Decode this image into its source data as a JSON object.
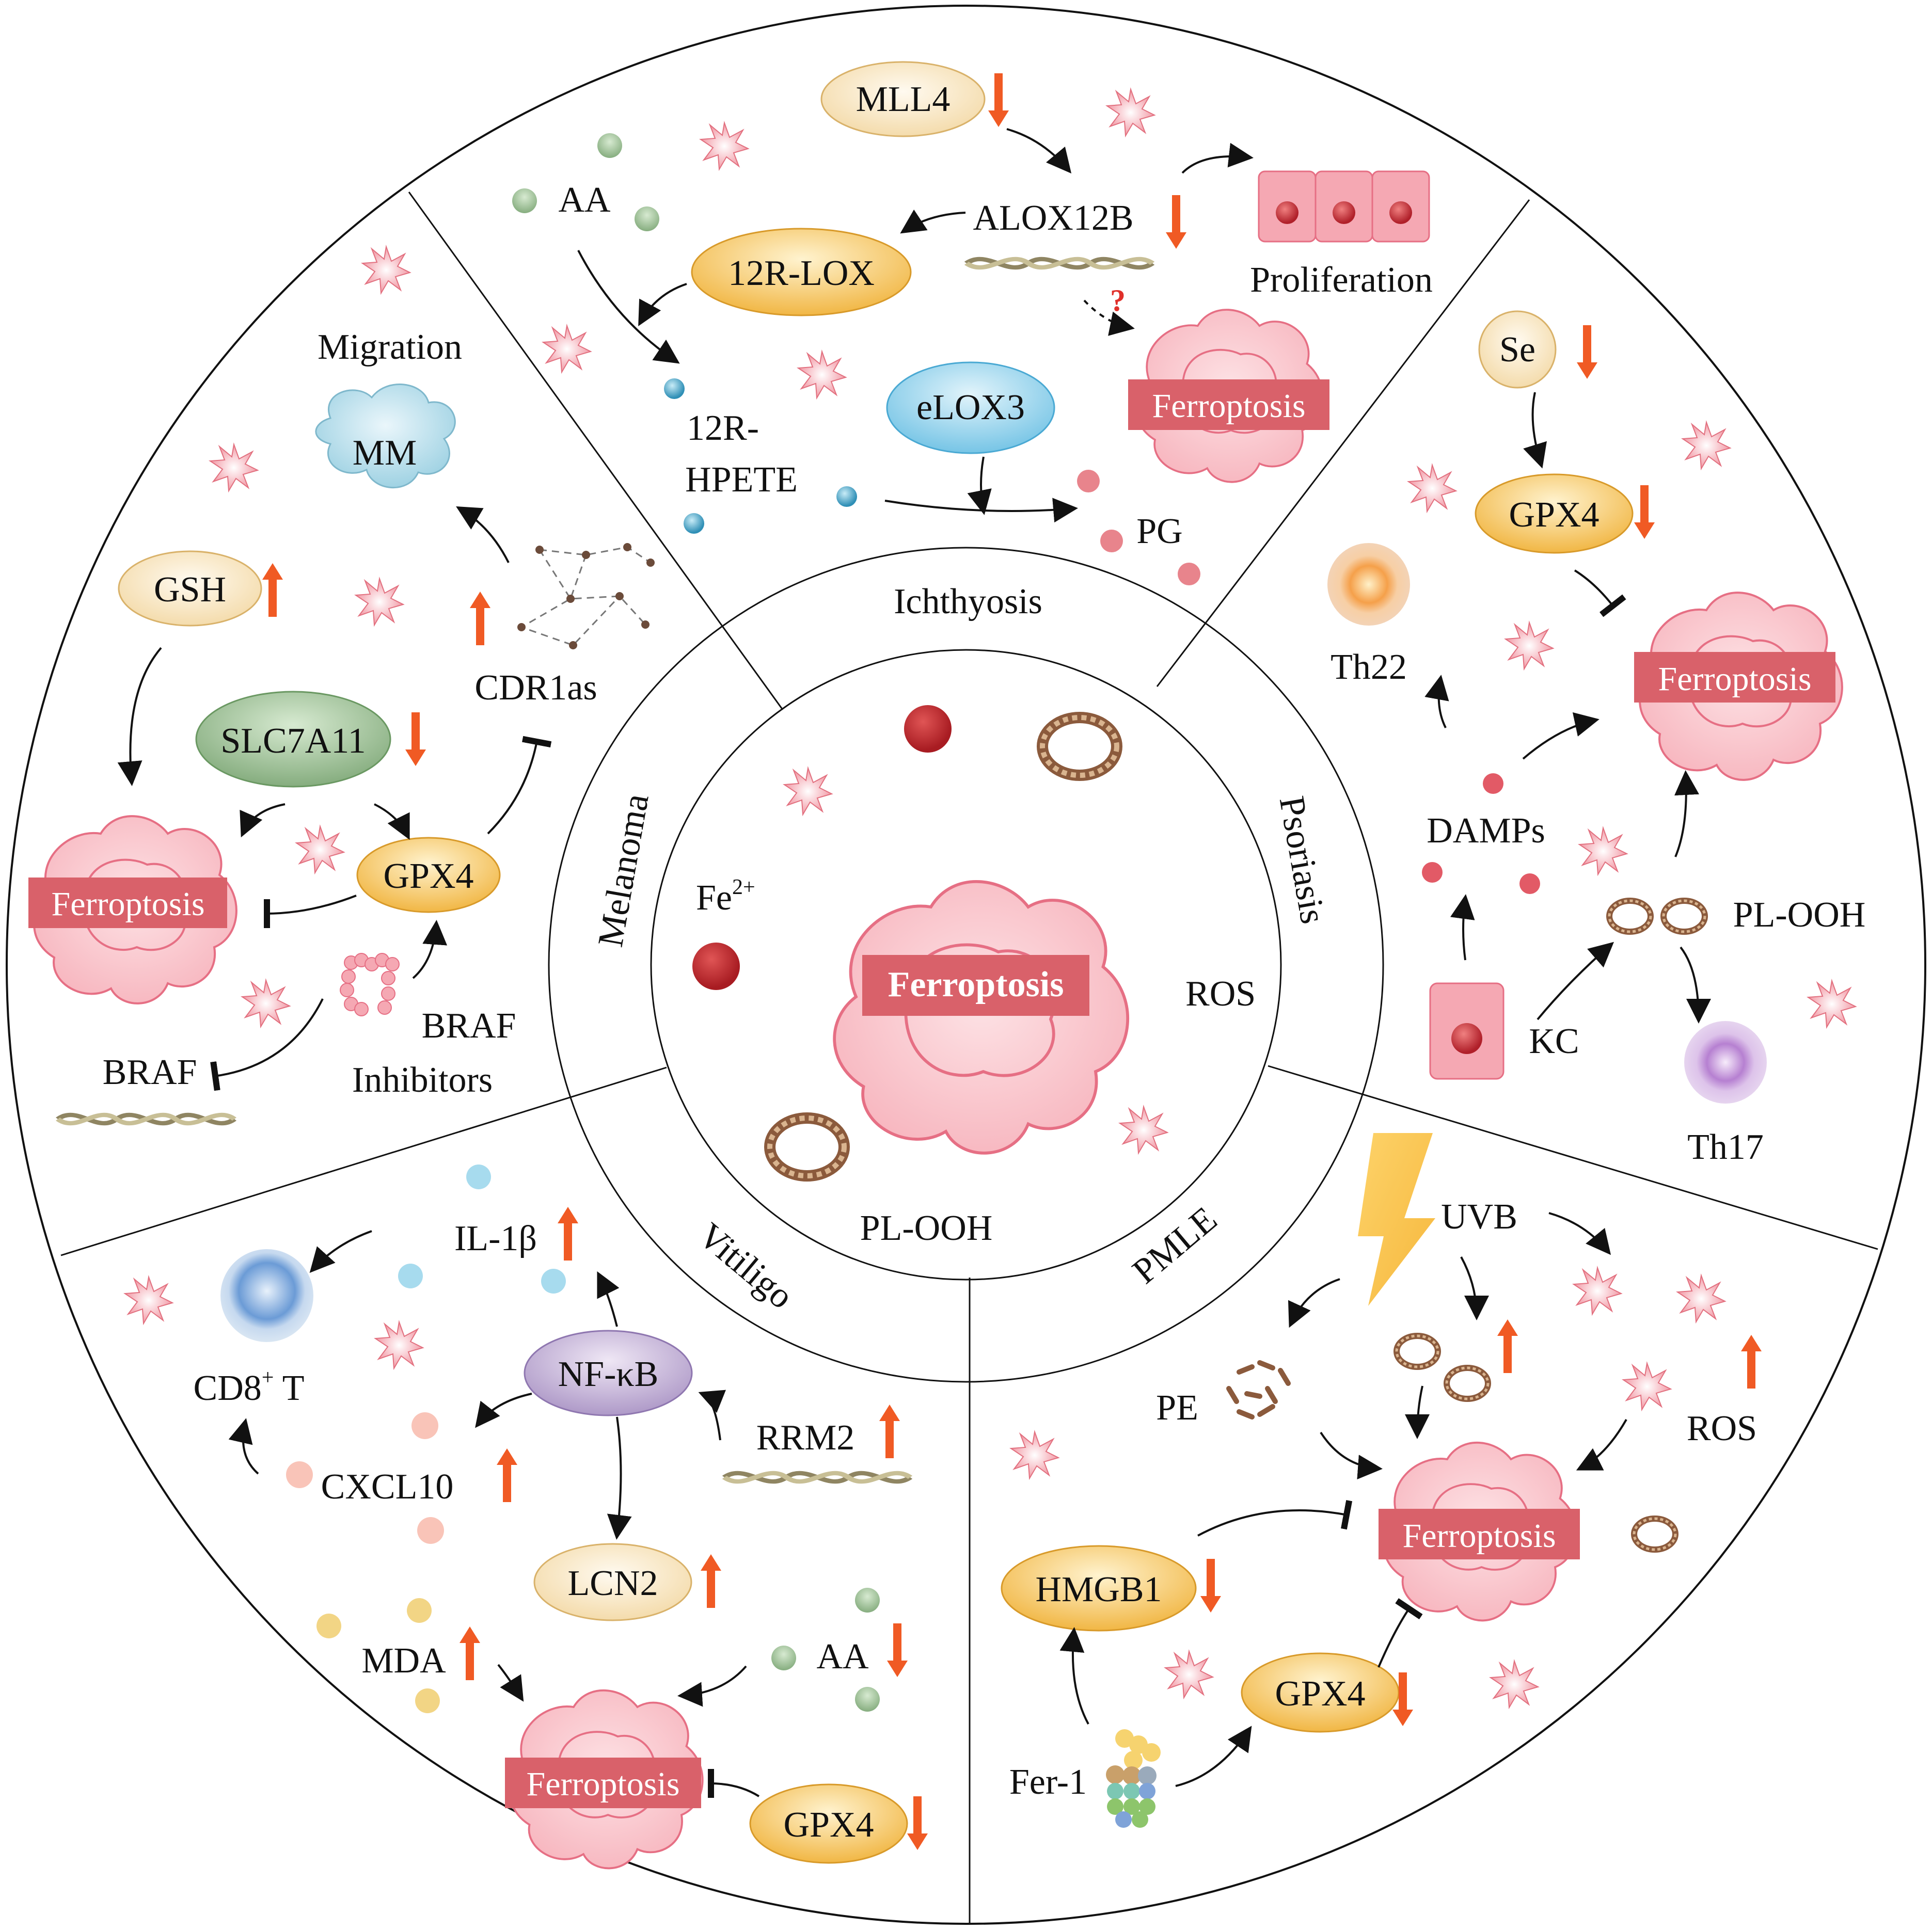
{
  "colors": {
    "ferroptosis_label_bg": "#d9616a",
    "cell_fill": "#f9c6cc",
    "up_arrow": "#f05a24",
    "ros_star": "#f6a4ae"
  },
  "center": {
    "ferroptosis": "Ferroptosis",
    "fe": "Fe",
    "fe_sup": "2+",
    "ros": "ROS",
    "ploh": "PL-OOH"
  },
  "ring": {
    "ichthyosis": "Ichthyosis",
    "psoriasis": "Psoriasis",
    "pmle": "PMLE",
    "vitiligo": "Vitiligo",
    "melanoma": "Melanoma"
  },
  "ichthyosis": {
    "mll4": "MLL4",
    "aa": "AA",
    "alox12b": "ALOX12B",
    "lox12r": "12R-LOX",
    "proliferation": "Proliferation",
    "hpete_1": "12R-",
    "hpete_2": "HPETE",
    "elox3": "eLOX3",
    "ferroptosis": "Ferroptosis",
    "question": "?",
    "pg": "PG"
  },
  "psoriasis": {
    "se": "Se",
    "gpx4": "GPX4",
    "th22": "Th22",
    "ferroptosis": "Ferroptosis",
    "damps": "DAMPs",
    "ploh": "PL-OOH",
    "kc": "KC",
    "th17": "Th17"
  },
  "pmle": {
    "uvb": "UVB",
    "pe": "PE",
    "ros": "ROS",
    "ferroptosis": "Ferroptosis",
    "hmgb1": "HMGB1",
    "gpx4": "GPX4",
    "fer1": "Fer-1"
  },
  "vitiligo": {
    "il1b": "IL-1β",
    "cd8": "CD8",
    "cd8_sup": "+",
    "cd8_t": " T",
    "nfkb": "NF-κB",
    "rrm2": "RRM2",
    "cxcl10": "CXCL10",
    "lcn2": "LCN2",
    "mda": "MDA",
    "aa": "AA",
    "ferroptosis": "Ferroptosis",
    "gpx4": "GPX4"
  },
  "melanoma": {
    "migration": "Migration",
    "mm": "MM",
    "gsh": "GSH",
    "cdr1as": "CDR1as",
    "slc7a11": "SLC7A11",
    "gpx4": "GPX4",
    "ferroptosis": "Ferroptosis",
    "braf_inh_1": "BRAF",
    "braf_inh_2": "Inhibitors",
    "braf": "BRAF"
  }
}
